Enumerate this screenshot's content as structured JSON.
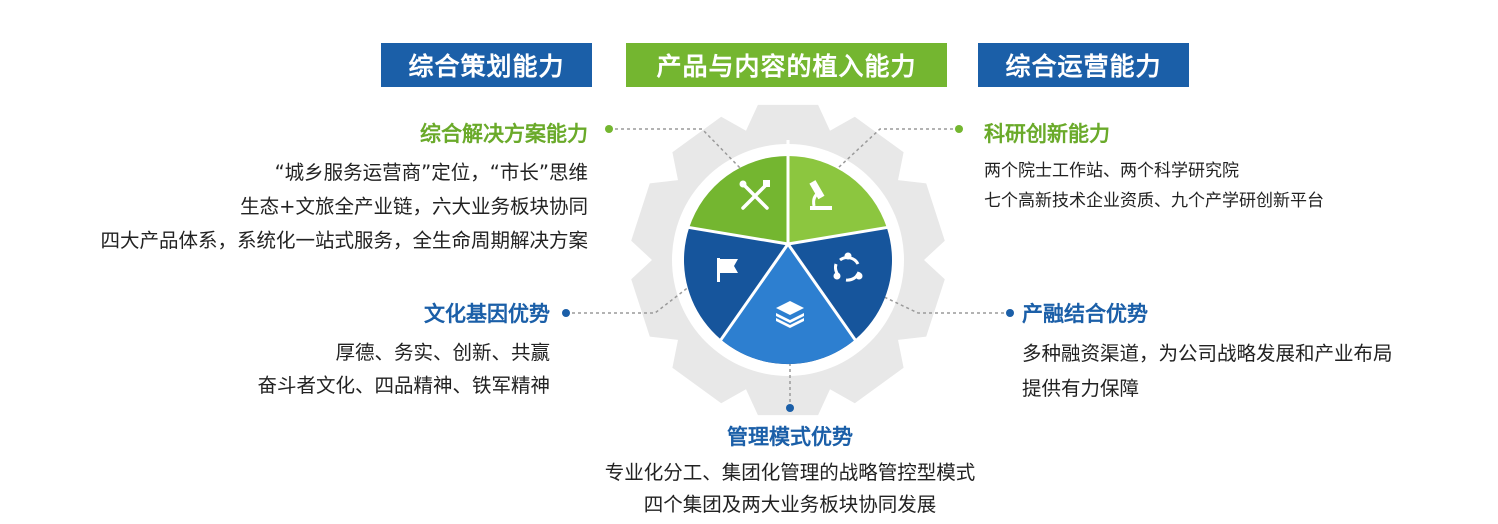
{
  "headers": {
    "left": "综合策划能力",
    "center": "产品与内容的植入能力",
    "right": "综合运营能力"
  },
  "blocks": {
    "top_left": {
      "title": "综合解决方案能力",
      "lines": [
        "“城乡服务运营商”定位，“市长”思维",
        "生态+文旅全产业链，六大业务板块协同",
        "四大产品体系，系统化一站式服务，全生命周期解决方案"
      ]
    },
    "top_right": {
      "title": "科研创新能力",
      "lines": [
        "两个院士工作站、两个科学研究院",
        "七个高新技术企业资质、九个产学研创新平台"
      ]
    },
    "mid_left": {
      "title": "文化基因优势",
      "lines": [
        "厚德、务实、创新、共赢",
        "奋斗者文化、四品精神、铁军精神"
      ]
    },
    "mid_right": {
      "title": "产融结合优势",
      "lines": [
        "多种融资渠道，为公司战略发展和产业布局",
        "提供有力保障"
      ]
    },
    "bottom": {
      "title": "管理模式优势",
      "lines": [
        "专业化分工、集团化管理的战略管控型模式",
        "四个集团及两大业务板块协同发展"
      ]
    }
  },
  "colors": {
    "green": "#74b630",
    "green_light": "#8cc63f",
    "blue": "#1b5fa8",
    "blue_dark": "#16559c",
    "blue_light": "#2d7fd0",
    "gear": "#e8e8e8"
  },
  "icons": [
    "tools-icon",
    "microscope-icon",
    "flag-icon",
    "cycle-icon",
    "layers-icon"
  ]
}
